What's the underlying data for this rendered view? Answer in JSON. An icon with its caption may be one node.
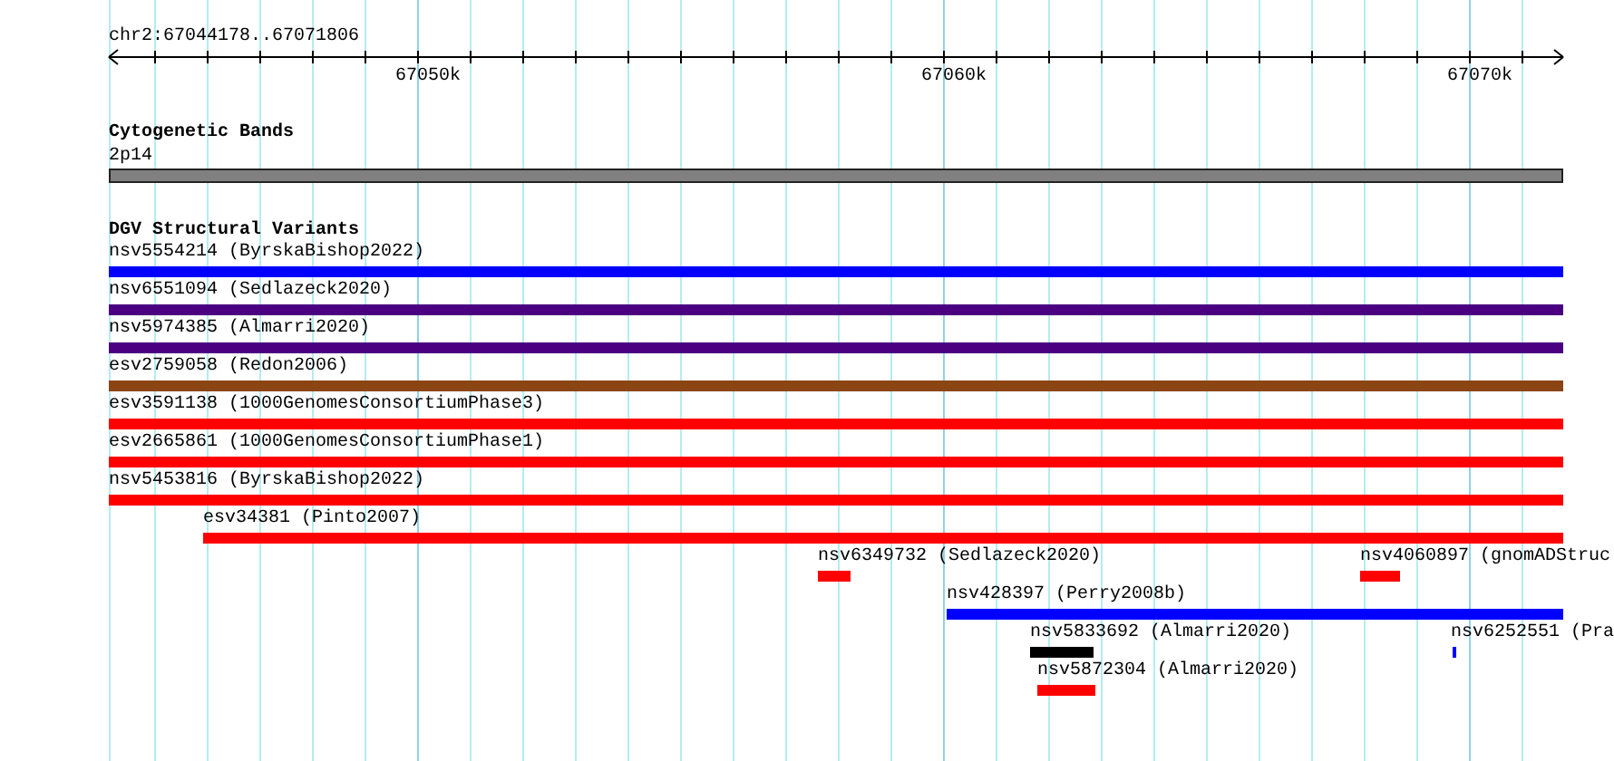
{
  "diagram": {
    "nodes": [
      {
        "text": [
          "2p14"
        ]
      },
      {
        "text": [
          "nsv5554214 (ByrskaBishop2022)"
        ]
      },
      {
        "text": [
          "nsv6551094 (Sedlazeck2020)"
        ]
      },
      {
        "text": [
          "nsv5974385 (Almarri2020)"
        ]
      },
      {
        "text": [
          "esv2759058 (Redon2006)"
        ]
      },
      {
        "text": [
          "esv3591138 (1000GenomesConsortiumPhase3)"
        ]
      },
      {
        "text": [
          "esv2665861 (1000GenomesConsortiumPhase1)"
        ]
      },
      {
        "text": [
          "nsv5453816 (ByrskaBishop2022)"
        ]
      },
      {
        "text": [
          "esv34381 (Pinto2007)"
        ]
      },
      {
        "text": [
          "nsv6349732 (Sedlazeck2020)"
        ]
      },
      {
        "text": [
          "nsv4060897 (gnomADStruc"
        ]
      },
      {
        "text": [
          "nsv428397 (Perry2008b)"
        ]
      },
      {
        "text": [
          "nsv5833692 (Almarri2020)"
        ]
      },
      {
        "text": [
          "nsv6252551 (Pra"
        ]
      },
      {
        "text": [
          "nsv5872304 (Almarri2020)"
        ]
      }
    ],
    "labels": [
      "chr2:67044178..67071806",
      "67050k",
      "67060k",
      "67070k",
      "Cytogenetic Bands",
      "DGV Structural Variants"
    ]
  }
}
